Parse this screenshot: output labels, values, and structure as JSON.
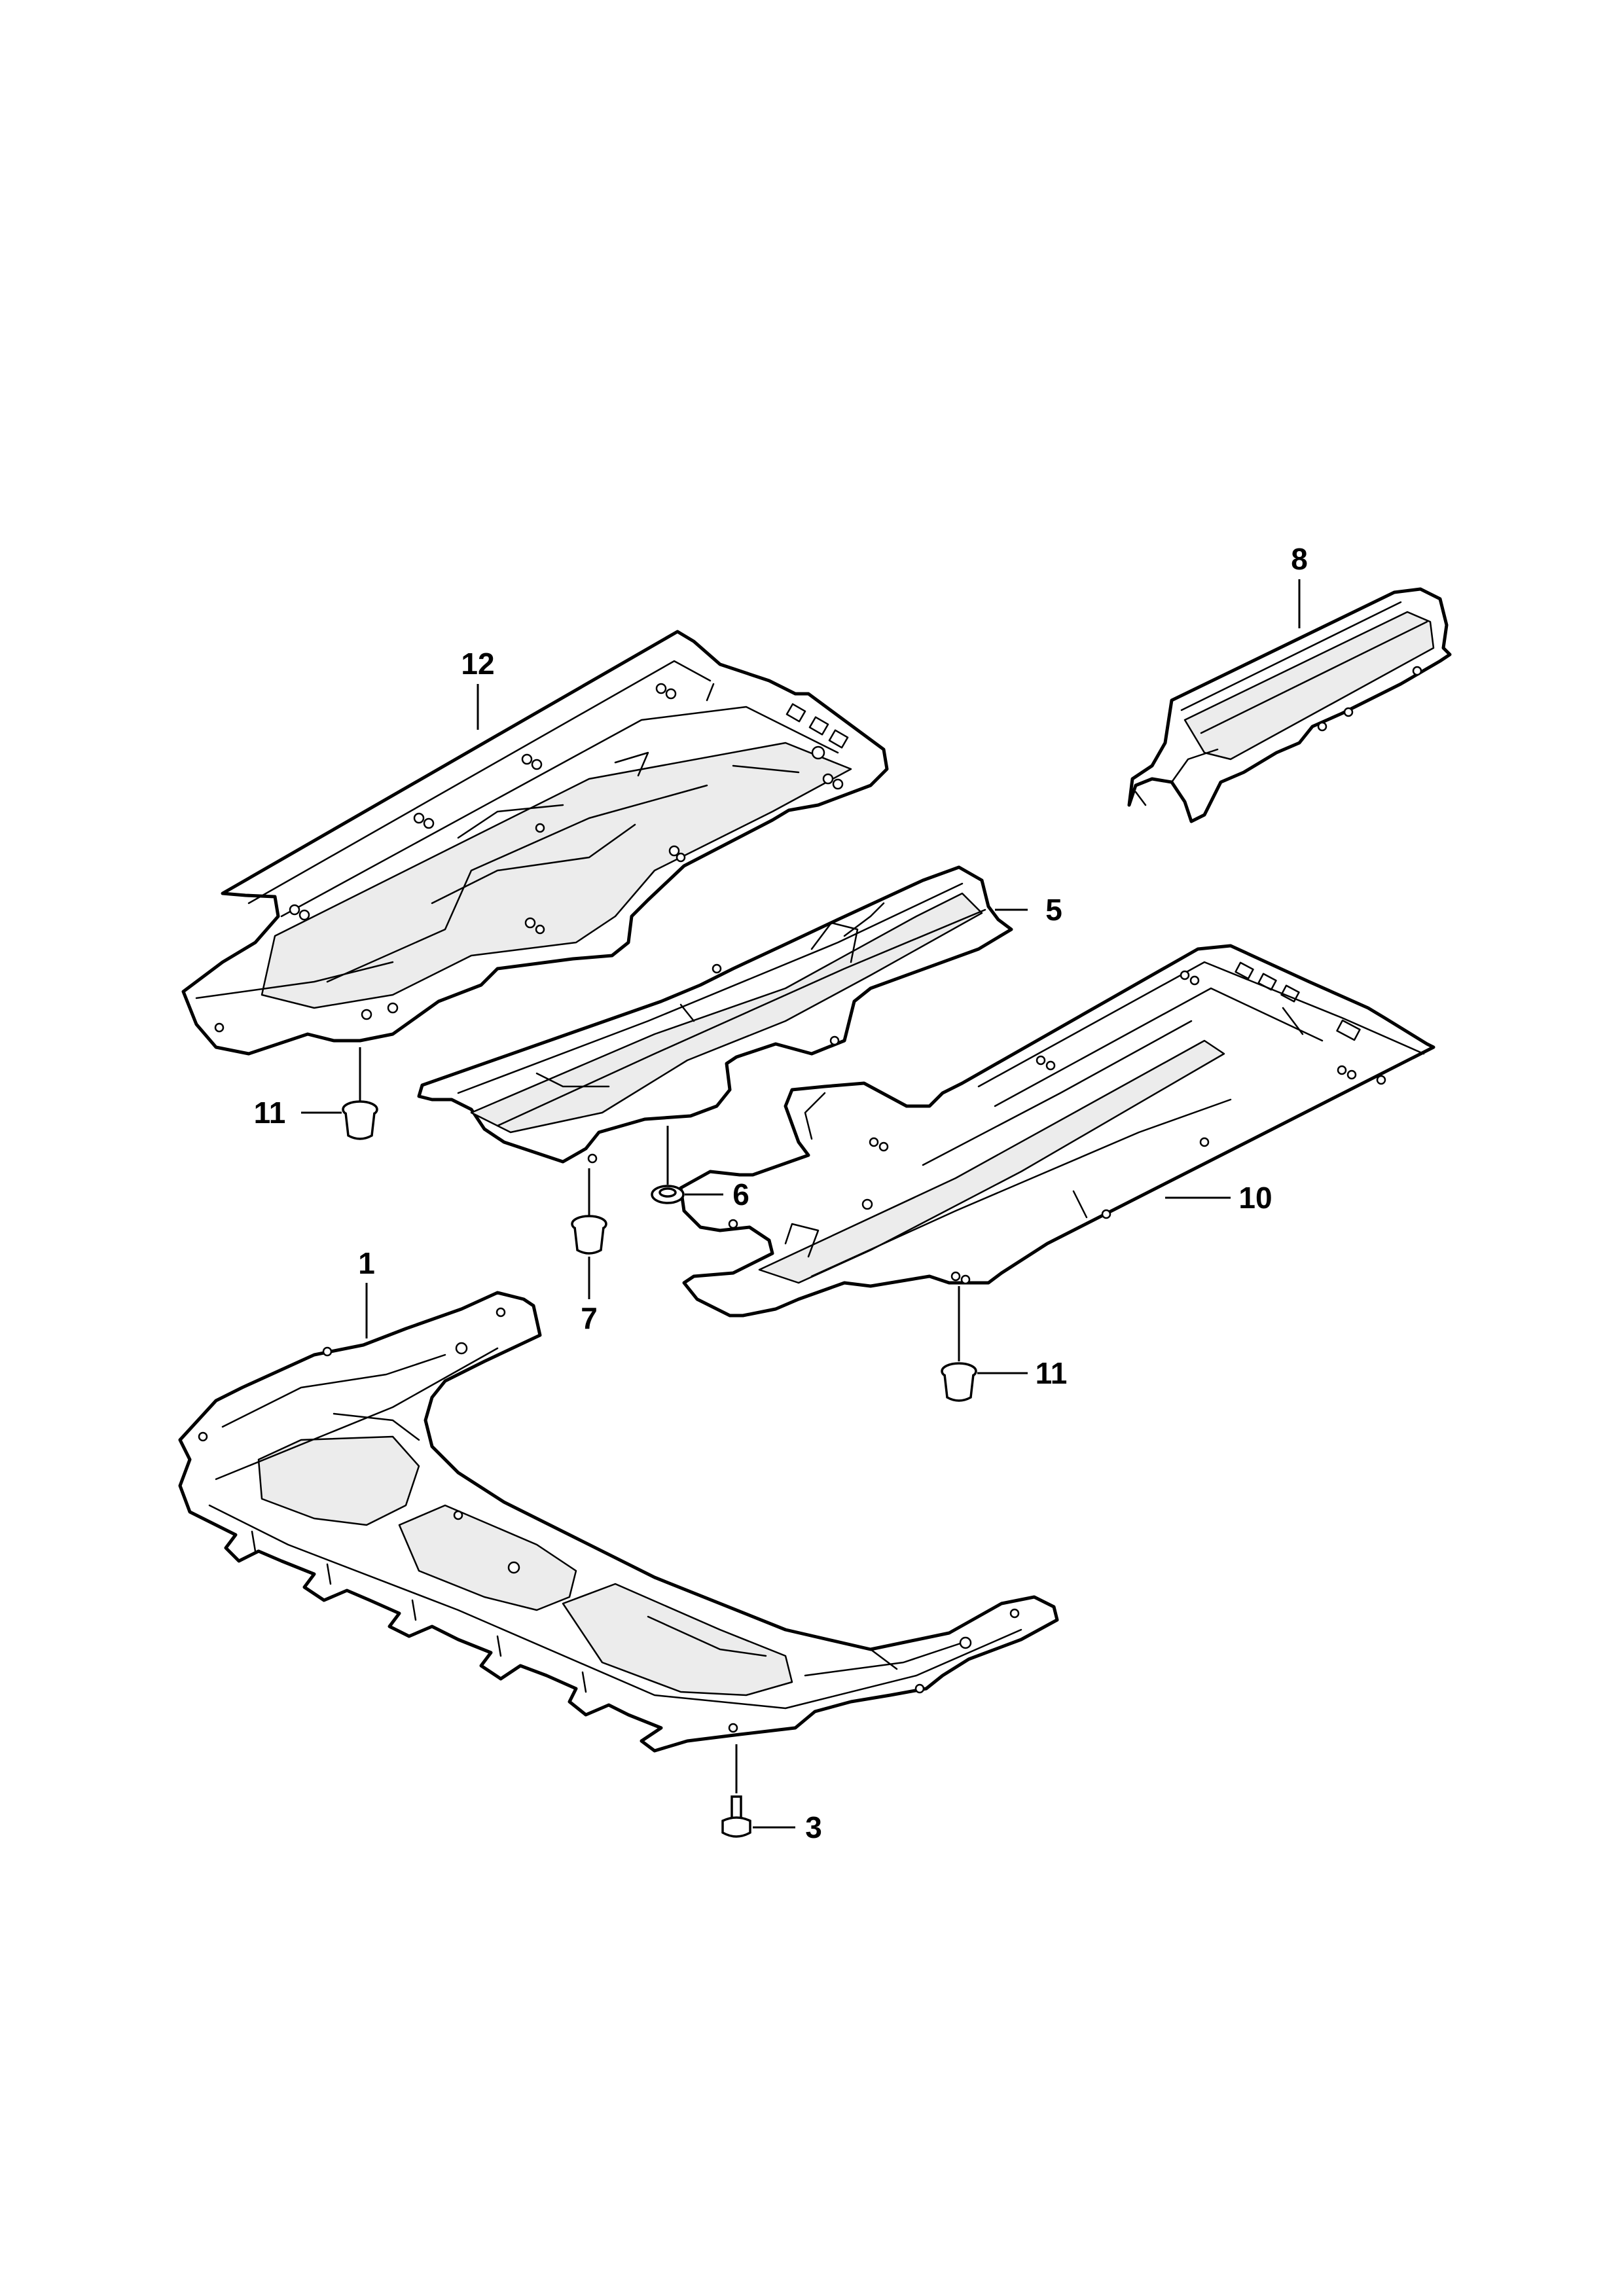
{
  "callouts": {
    "part_1": "1",
    "part_3": "3",
    "part_5": "5",
    "part_6": "6",
    "part_7": "7",
    "part_8": "8",
    "part_10": "10",
    "part_11_left": "11",
    "part_11_right": "11",
    "part_12": "12"
  },
  "colors": {
    "line": "#000000",
    "background": "#ffffff",
    "shade": "#ececec"
  }
}
